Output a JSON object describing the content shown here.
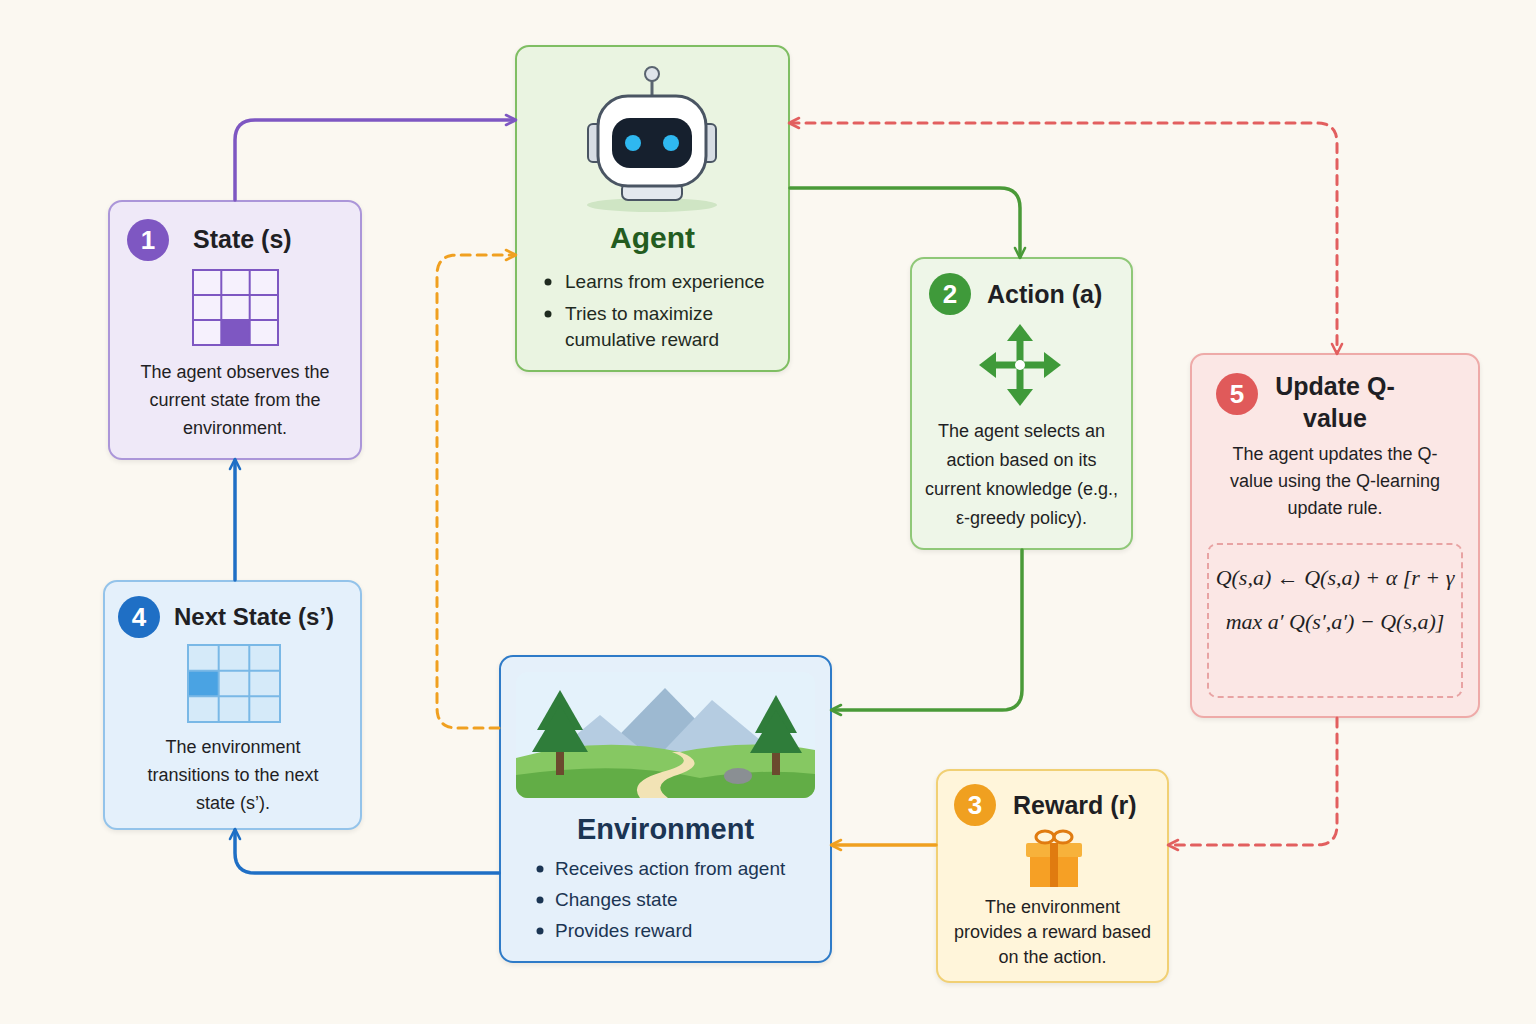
{
  "diagram": {
    "nodes": [
      {
        "text": [
          "Agent",
          "Learns from experience",
          "Tries to maximize cumulative reward"
        ]
      },
      {
        "text": [
          "State (s)",
          "The agent observes the current state from the environment."
        ]
      },
      {
        "text": [
          "1"
        ],
        "in": 1
      },
      {
        "text": [
          "Action (a)",
          "The agent selects an action based on its current knowledge (e.g., ε-greedy policy)."
        ]
      },
      {
        "text": [
          "2"
        ],
        "in": 3
      },
      {
        "text": [
          "Update Q-value",
          "The agent updates the Q-value using the Q-learning update rule."
        ]
      },
      {
        "text": [
          "5"
        ],
        "in": 5
      },
      {
        "text": [
          "Q(s,a) ← Q(s,a) + α [r + γ max a′ Q(s′,a′) − Q(s,a)]"
        ],
        "in": 5
      },
      {
        "text": [
          "Next State (s’)",
          "The environment transitions to the next state (s’)."
        ]
      },
      {
        "text": [
          "4"
        ],
        "in": 8
      },
      {
        "text": [
          "Environment",
          "Receives action from agent",
          "Changes state",
          "Provides reward"
        ]
      },
      {
        "text": [
          "Reward (r)",
          "The environment provides a reward based on the action."
        ]
      },
      {
        "text": [
          "3"
        ],
        "in": 11
      }
    ],
    "edges": [
      {
        "from": 1,
        "to": 0,
        "arrow": "to"
      },
      {
        "from": 0,
        "to": 3,
        "arrow": "to"
      },
      {
        "from": 3,
        "to": 10,
        "arrow": "to"
      },
      {
        "from": 10,
        "to": 8,
        "arrow": "to"
      },
      {
        "from": 8,
        "to": 1,
        "arrow": "to"
      },
      {
        "from": 11,
        "to": 10,
        "arrow": "to"
      },
      {
        "from": 10,
        "to": 0,
        "arrow": "to"
      },
      {
        "from": 0,
        "to": 5,
        "arrow": "both"
      },
      {
        "from": 5,
        "to": 11,
        "arrow": "to"
      }
    ]
  }
}
